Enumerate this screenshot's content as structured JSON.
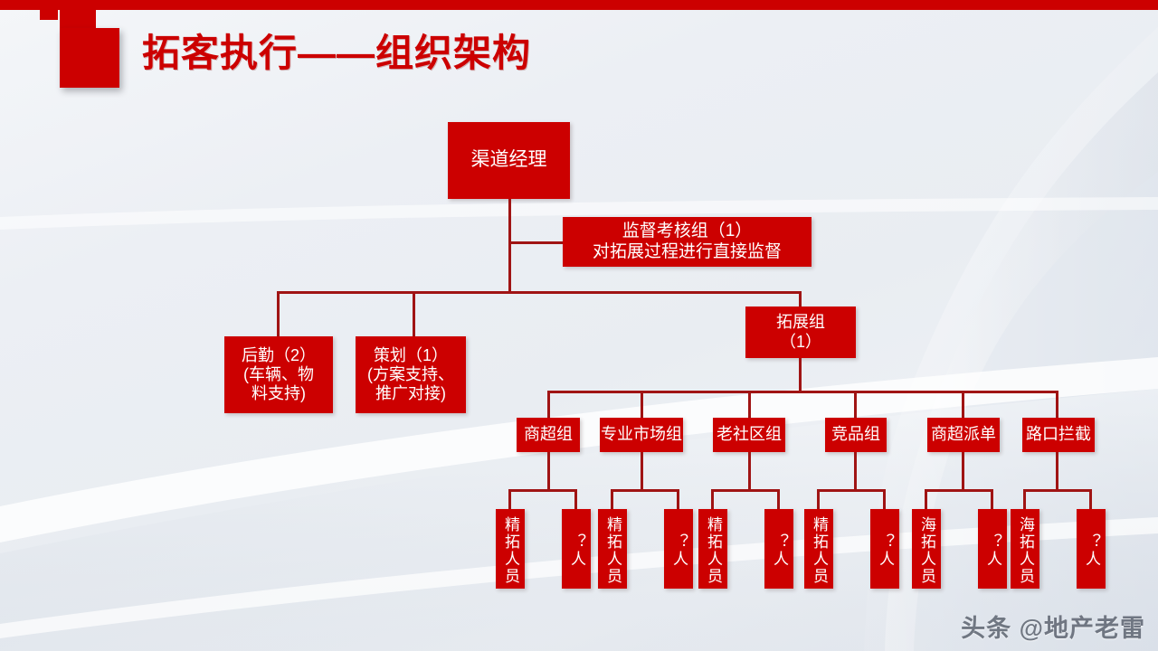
{
  "slide": {
    "title": "拓客执行——组织架构",
    "watermark": "头条 @地产老雷",
    "accent_color": "#cc0000",
    "connector_color": "#a01414",
    "background_color": "#eceff4"
  },
  "chart_data": {
    "type": "diagram",
    "title": "拓客执行——组织架构",
    "nodes": [
      {
        "id": "root",
        "label": "渠道经理",
        "level": 0
      },
      {
        "id": "note",
        "label": "监督考核组（1）\n对拓展过程进行直接监督",
        "level": 1
      },
      {
        "id": "logi",
        "label": "后勤（2）\n(车辆、物料支持)",
        "level": 1
      },
      {
        "id": "plan",
        "label": "策划（1）\n(方案支持、推广对接)",
        "level": 1
      },
      {
        "id": "expand",
        "label": "拓展组\n（1）",
        "level": 1
      },
      {
        "id": "g1",
        "label": "商超组",
        "level": 2,
        "parent": "expand"
      },
      {
        "id": "g2",
        "label": "专业市场组",
        "level": 2,
        "parent": "expand"
      },
      {
        "id": "g3",
        "label": "老社区组",
        "level": 2,
        "parent": "expand"
      },
      {
        "id": "g4",
        "label": "竞品组",
        "level": 2,
        "parent": "expand"
      },
      {
        "id": "g5",
        "label": "商超派单",
        "level": 2,
        "parent": "expand"
      },
      {
        "id": "g6",
        "label": "路口拦截",
        "level": 2,
        "parent": "expand"
      }
    ]
  },
  "root": {
    "label": "渠道经理"
  },
  "supervision": {
    "line1": "监督考核组（1）",
    "line2": "对拓展过程进行直接监督"
  },
  "logistics": {
    "line1": "后勤（2）",
    "line2": "(车辆、物",
    "line3": "料支持)"
  },
  "planning": {
    "line1": "策划（1）",
    "line2": "(方案支持、",
    "line3": "推广对接)"
  },
  "expansion": {
    "line1": "拓展组",
    "line2": "（1）"
  },
  "groups": [
    {
      "name": "商超组",
      "staff_label": "精拓人员",
      "count_label": "？人"
    },
    {
      "name": "专业市场组",
      "staff_label": "精拓人员",
      "count_label": "？人"
    },
    {
      "name": "老社区组",
      "staff_label": "精拓人员",
      "count_label": "？人"
    },
    {
      "name": "竞品组",
      "staff_label": "精拓人员",
      "count_label": "？人"
    },
    {
      "name": "商超派单",
      "staff_label": "海拓人员",
      "count_label": "？人"
    },
    {
      "name": "路口拦截",
      "staff_label": "海拓人员",
      "count_label": "？人"
    }
  ]
}
